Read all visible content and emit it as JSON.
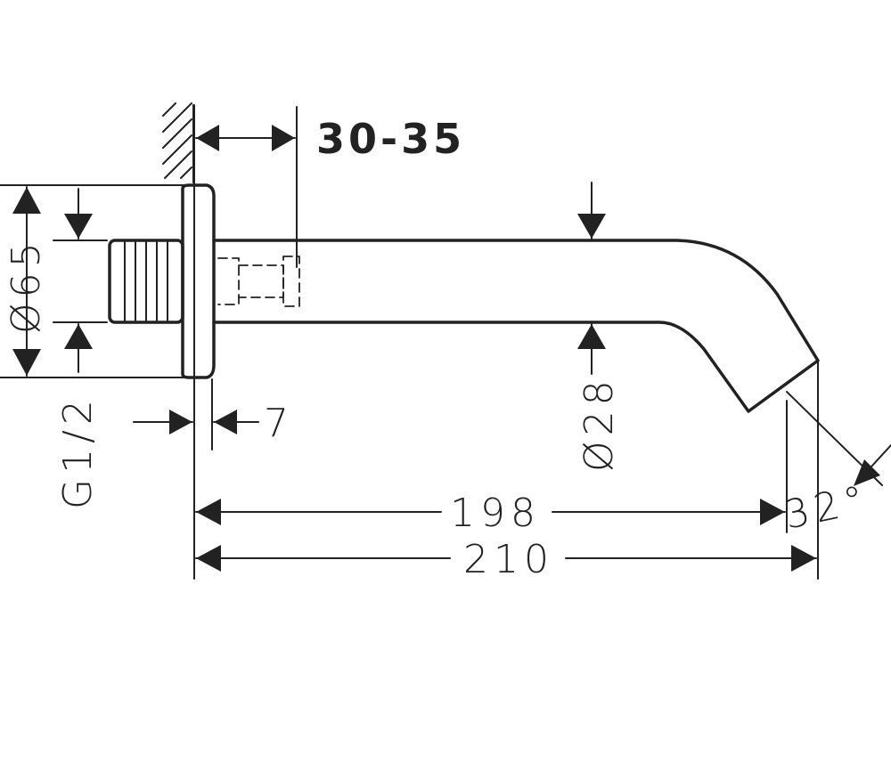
{
  "dimensions": {
    "wall_depth": "30-35",
    "diameter_flange": "Ø65",
    "thread": "G1/2",
    "flange_thickness": "7",
    "diameter_spout": "Ø28",
    "length_198": "198",
    "length_210": "210",
    "angle": "32°"
  },
  "colors": {
    "line": "#222222",
    "background": "#ffffff"
  }
}
